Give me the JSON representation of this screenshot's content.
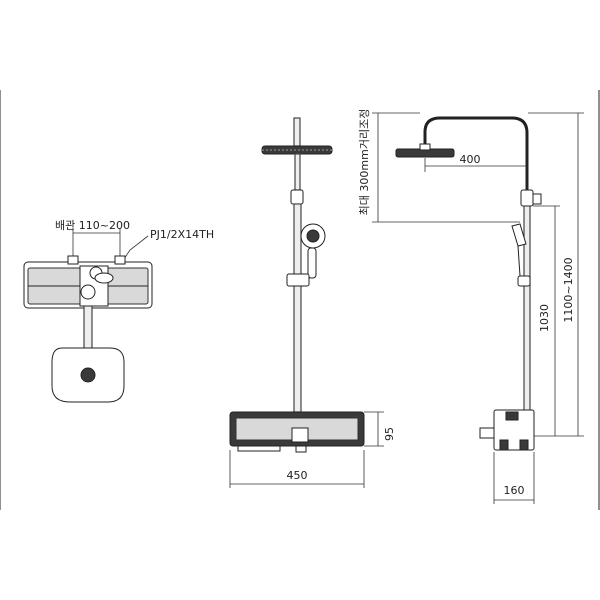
{
  "labels": {
    "pipe_spacing": "배관 110~200",
    "thread": "PJ1/2X14TH",
    "height_adjust": "최대 300mm거리조정",
    "arm_length": "400",
    "body_height": "95",
    "body_width": "450",
    "depth": "160",
    "bar_height": "1030",
    "total_height": "1100~1400"
  },
  "colors": {
    "line": "#222222",
    "body_dark": "#3a3a3a",
    "body_grey": "#d9d9d9"
  }
}
